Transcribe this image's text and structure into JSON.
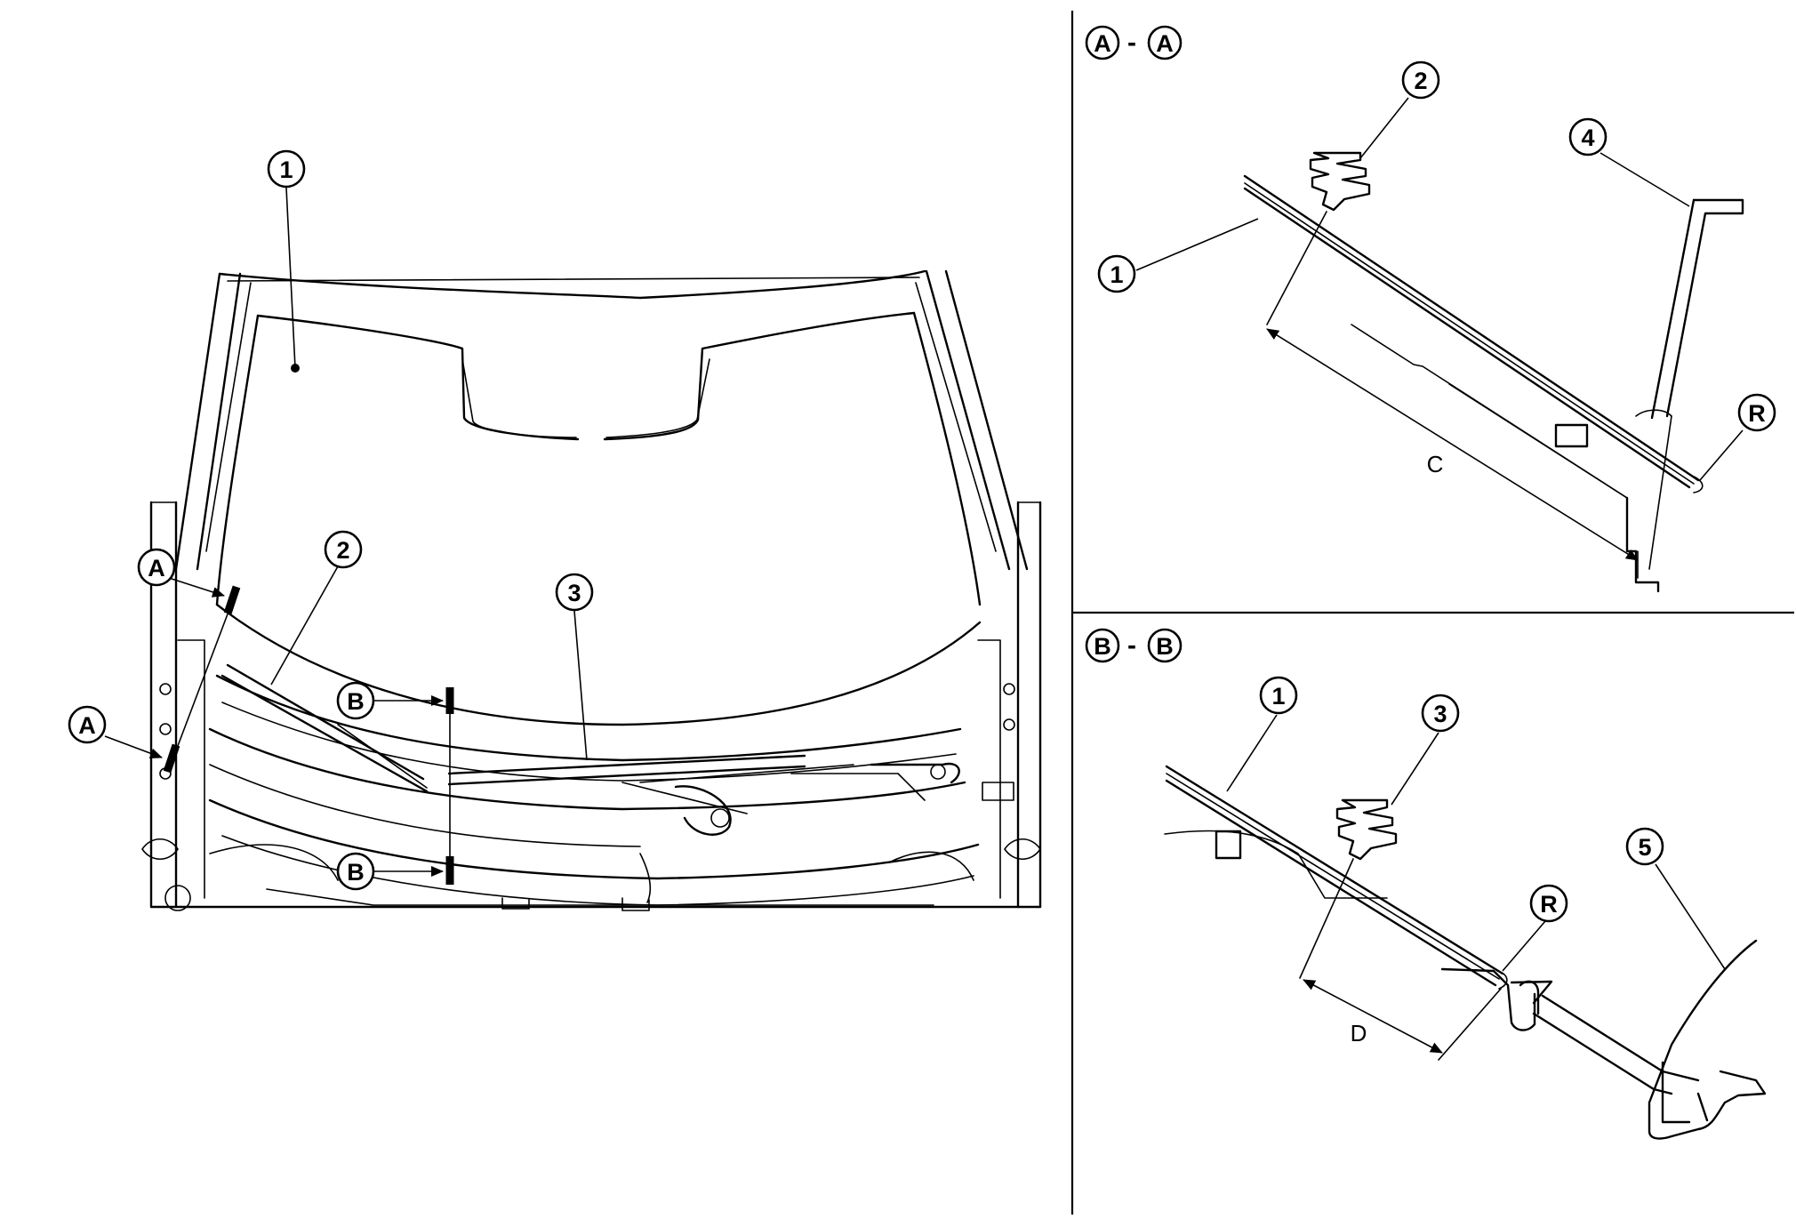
{
  "callouts": {
    "part_1": "1",
    "part_2": "2",
    "part_3": "3",
    "part_4": "4",
    "part_5": "5",
    "section_a": "A",
    "section_b": "B",
    "radius": "R"
  },
  "sections": {
    "separator": "-",
    "dim_c": "C",
    "dim_d": "D"
  }
}
